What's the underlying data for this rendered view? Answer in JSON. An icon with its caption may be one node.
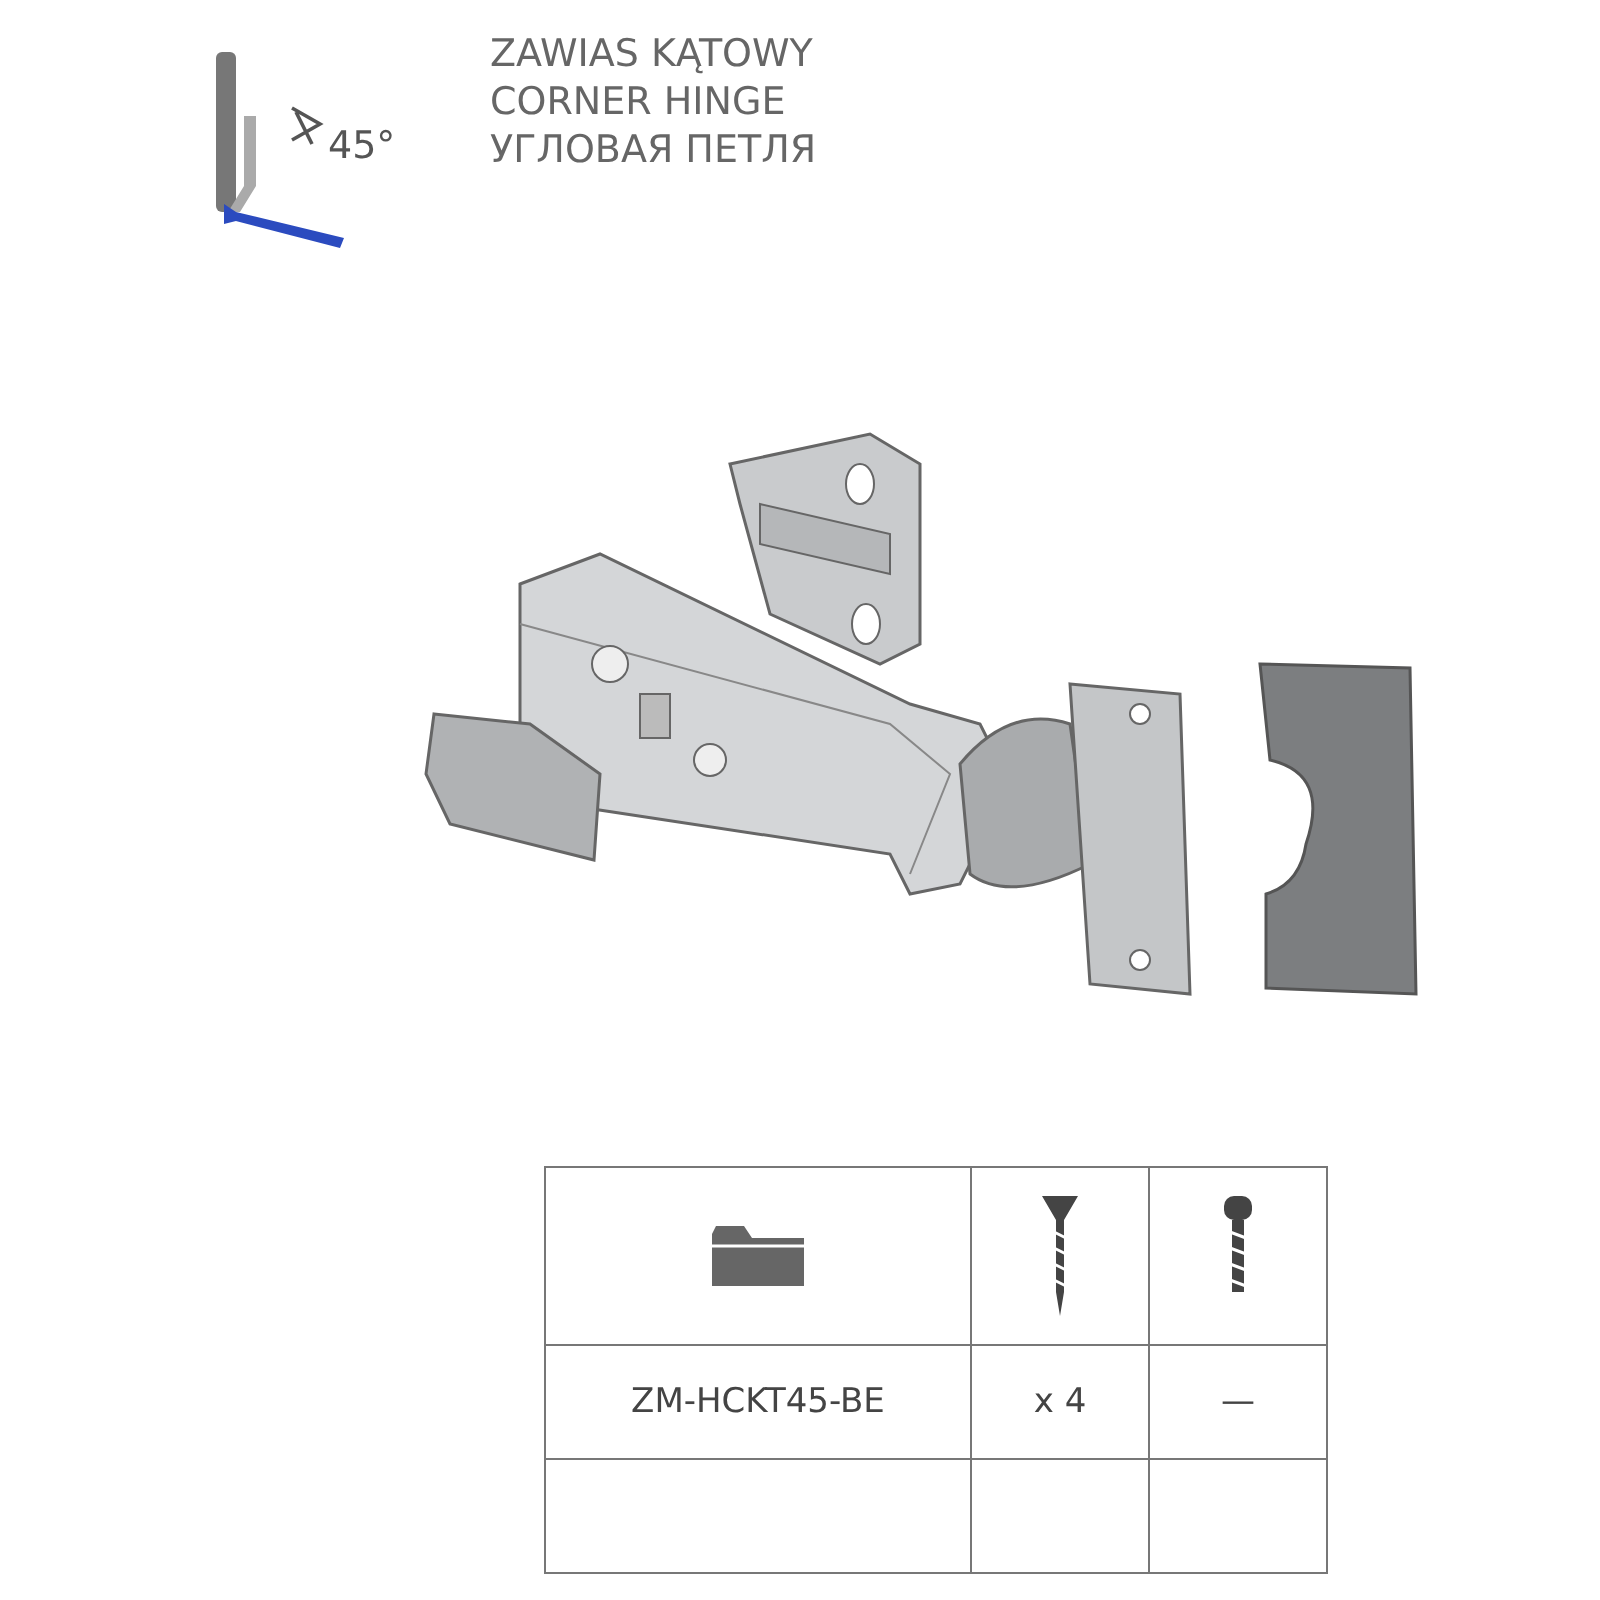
{
  "diagram": {
    "labels": [
      "45°",
      "ZAWIAS KĄTOWY",
      "CORNER HINGE",
      "УГЛОВАЯ ПЕТЛЯ",
      "ZM-HCKT45-BE",
      "x 4",
      "—"
    ]
  }
}
